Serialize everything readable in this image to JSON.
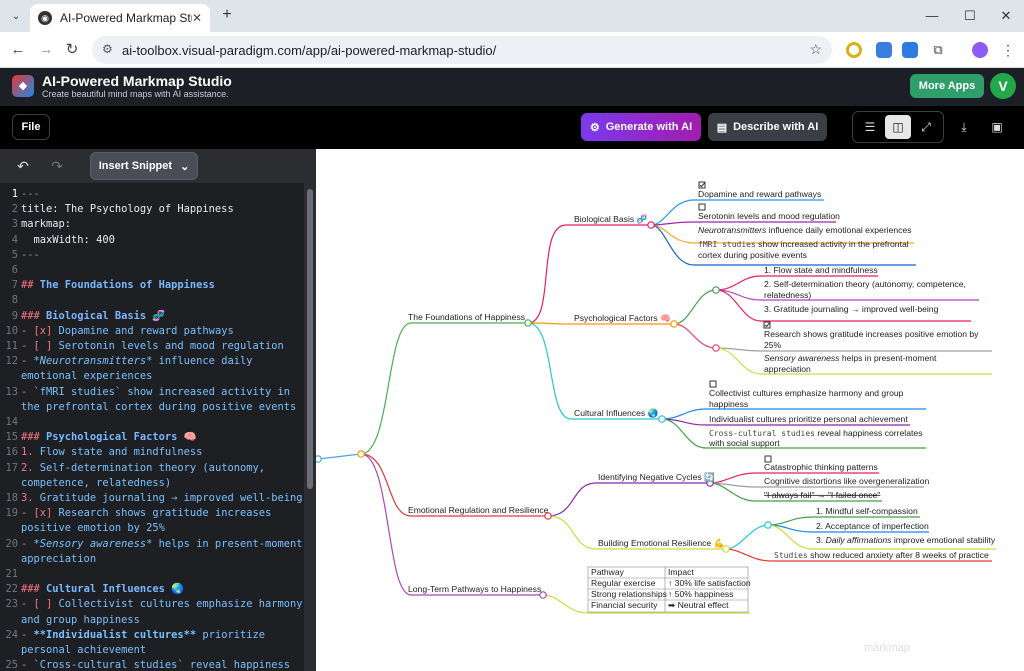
{
  "browser": {
    "tab_title": "AI-Powered Markmap Studio",
    "url": "ai-toolbox.visual-paradigm.com/app/ai-powered-markmap-studio/"
  },
  "header": {
    "title": "AI-Powered Markmap Studio",
    "subtitle": "Create beautiful mind maps with AI assistance.",
    "more_apps": "More Apps",
    "avatar_initial": "V"
  },
  "toolbar": {
    "file": "File",
    "generate_ai": "Generate with AI",
    "describe_ai": "Describe with AI",
    "active_view": "split"
  },
  "editor": {
    "insert_snippet": "Insert Snippet",
    "lines": [
      {
        "n": "1",
        "t": "---"
      },
      {
        "n": "2",
        "t": "title: The Psychology of Happiness"
      },
      {
        "n": "3",
        "t": "markmap:"
      },
      {
        "n": "4",
        "t": "  maxWidth: 400"
      },
      {
        "n": "5",
        "t": "---"
      },
      {
        "n": "6",
        "t": ""
      },
      {
        "n": "7",
        "t": "## The Foundations of Happiness"
      },
      {
        "n": "8",
        "t": ""
      },
      {
        "n": "9",
        "t": "### Biological Basis 🧬"
      },
      {
        "n": "10",
        "t": "- [x] Dopamine and reward pathways"
      },
      {
        "n": "11",
        "t": "- [ ] Serotonin levels and mood regulation"
      },
      {
        "n": "12",
        "t": "- *Neurotransmitters* influence daily"
      },
      {
        "n": "",
        "t": "emotional experiences"
      },
      {
        "n": "13",
        "t": "- `fMRI studies` show increased activity in"
      },
      {
        "n": "",
        "t": "the prefrontal cortex during positive events"
      },
      {
        "n": "14",
        "t": ""
      },
      {
        "n": "15",
        "t": "### Psychological Factors 🧠"
      },
      {
        "n": "16",
        "t": "1. Flow state and mindfulness"
      },
      {
        "n": "17",
        "t": "2. Self-determination theory (autonomy,"
      },
      {
        "n": "",
        "t": "competence, relatedness)"
      },
      {
        "n": "18",
        "t": "3. Gratitude journaling → improved well-being"
      },
      {
        "n": "19",
        "t": "- [x] Research shows gratitude increases"
      },
      {
        "n": "",
        "t": "positive emotion by 25%"
      },
      {
        "n": "20",
        "t": "- *Sensory awareness* helps in present-moment"
      },
      {
        "n": "",
        "t": "appreciation"
      },
      {
        "n": "21",
        "t": ""
      },
      {
        "n": "22",
        "t": "### Cultural Influences 🌏"
      },
      {
        "n": "23",
        "t": "- [ ] Collectivist cultures emphasize harmony"
      },
      {
        "n": "",
        "t": "and group happiness"
      },
      {
        "n": "24",
        "t": "- **Individualist cultures** prioritize"
      },
      {
        "n": "",
        "t": "personal achievement"
      },
      {
        "n": "25",
        "t": "- `Cross-cultural studies` reveal happiness"
      }
    ]
  },
  "mindmap": {
    "l1": {
      "foundations": "The Foundations of Happiness",
      "emotional": "Emotional Regulation and Resilience",
      "longterm": "Long-Term Pathways to Happiness"
    },
    "l2": {
      "bio": "Biological Basis 🧬",
      "psych": "Psychological Factors 🧠",
      "cultural": "Cultural Influences 🌏",
      "negative": "Identifying Negative Cycles 🔄",
      "building": "Building Emotional Resilience 💪"
    },
    "bio_items": {
      "dopamine": "Dopamine and reward pathways",
      "serotonin": "Serotonin levels and mood regulation",
      "neuro_em": "Neurotransmitters",
      "neuro_rest": " influence daily emotional experiences",
      "fmri_code": "fMRI studies",
      "fmri_rest": " show increased activity in the prefrontal",
      "fmri_line2": "cortex during positive events"
    },
    "psych_items": {
      "flow": "1. Flow state and mindfulness",
      "sdt_1": "2. Self-determination theory (autonomy, competence,",
      "sdt_2": "relatedness)",
      "gratitude": "3. Gratitude journaling → improved well-being",
      "research_1": "Research shows gratitude increases positive emotion by",
      "research_2": "25%",
      "sensory_em": "Sensory awareness",
      "sensory_rest": " helps in present-moment",
      "sensory_2": "appreciation"
    },
    "cultural_items": {
      "collect_1": "Collectivist cultures emphasize harmony and group",
      "collect_2": "happiness",
      "individ": "Individualist cultures prioritize personal achievement",
      "cross_code": "Cross-cultural studies",
      "cross_rest": " reveal happiness correlates",
      "cross_2": "with social support"
    },
    "negative_items": {
      "catastrophic": "Catastrophic thinking patterns",
      "distortions": "Cognitive distortions like overgeneralization",
      "reframe": "\"I always fail\" → \"I failed once\""
    },
    "building_items": {
      "compassion": "1. Mindful self-compassion",
      "imperfection": "2. Acceptance of imperfection",
      "affirm_num": "3. ",
      "affirm_em": "Daily affirmations",
      "affirm_rest": " improve emotional stability",
      "studies_code": "Studies",
      "studies_rest": " show reduced anxiety after 8 weeks of practice"
    },
    "table": {
      "headers": [
        "Pathway",
        "Impact"
      ],
      "rows": [
        [
          "Regular exercise",
          "↑ 30% life satisfaction"
        ],
        [
          "Strong relationships",
          "↑ 50% happiness"
        ],
        [
          "Financial security",
          "➡ Neutral effect"
        ]
      ]
    },
    "watermark": "markmap"
  }
}
